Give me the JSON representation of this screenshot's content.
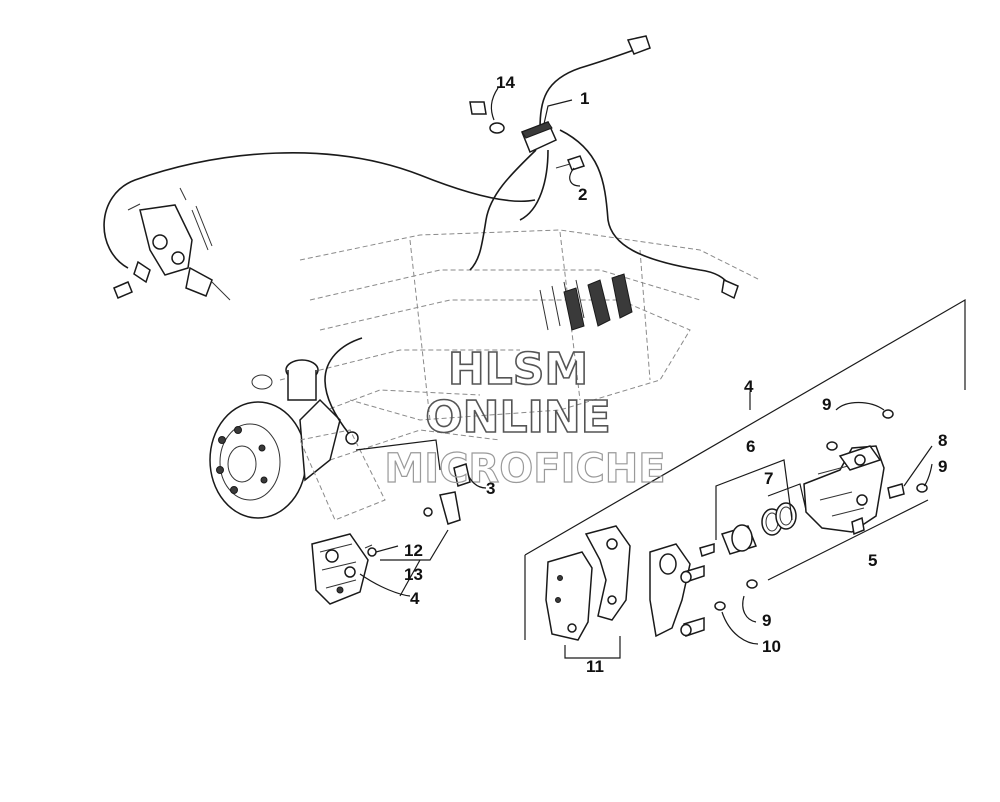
{
  "watermark": {
    "line1": "HLSM",
    "line2": "ONLINE",
    "line3": "MICROFICHE"
  },
  "callouts": {
    "c1": "1",
    "c2": "2",
    "c3": "3",
    "c4_top": "4",
    "c4_bottom": "4",
    "c5": "5",
    "c6": "6",
    "c7": "7",
    "c8": "8",
    "c9_a": "9",
    "c9_b": "9",
    "c9_c": "9",
    "c10": "10",
    "c11": "11",
    "c12": "12",
    "c13": "13",
    "c14": "14"
  }
}
